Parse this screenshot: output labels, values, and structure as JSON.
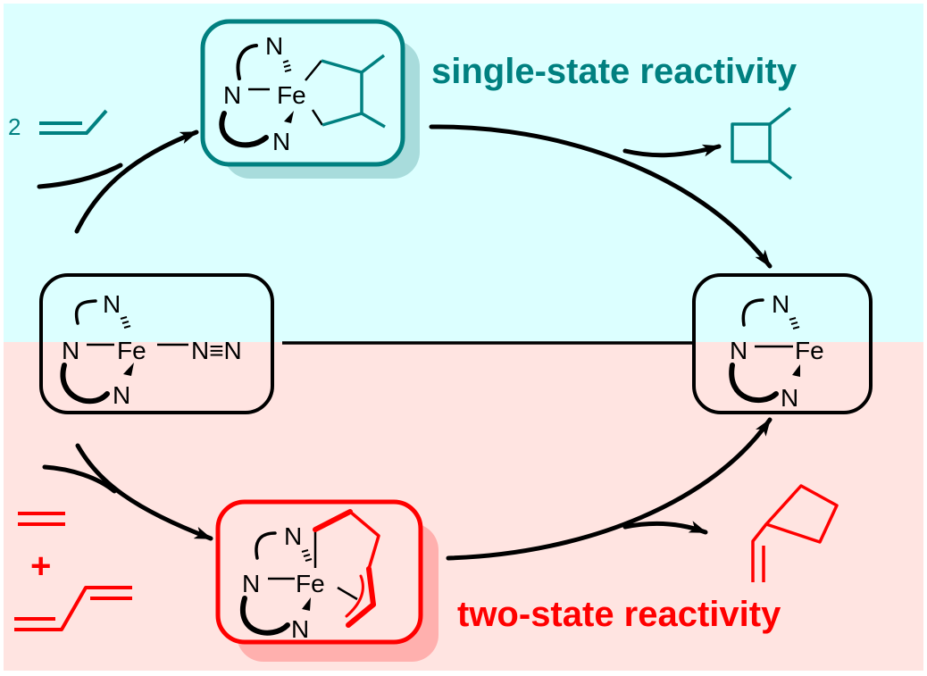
{
  "scheme": {
    "description": "Iron-catalyzed [2+2] cycloaddition catalytic cycle",
    "colors": {
      "single_state_region": "#DCFFFF",
      "two_state_region": "#FFE4E1",
      "single_state_accent": "#008080",
      "single_state_shadow": "#A8DCDC",
      "two_state_accent": "#FF0000",
      "two_state_shadow": "#FFB0AE",
      "ink": "#000000"
    },
    "labels": {
      "single_state": "single-state reactivity",
      "two_state": "two-state reactivity"
    },
    "reagents": {
      "single_state_coefficient": "2",
      "single_state_substrate": "propene",
      "two_state_plus": "+",
      "two_state_substrates": [
        "ethylene",
        "1,3-butadiene"
      ]
    },
    "complexes": {
      "dinitrogen": {
        "atoms": [
          "N",
          "N",
          "Fe",
          "N",
          "N≡N"
        ],
        "n_top": "N",
        "n_left": "N",
        "fe": "Fe",
        "n_bottom": "N",
        "n2": "N≡N"
      },
      "active": {
        "n_top": "N",
        "n_left": "N",
        "fe": "Fe",
        "n_bottom": "N"
      },
      "metallacyclopentane": {
        "n_top": "N",
        "n_left": "N",
        "fe": "Fe",
        "n_bottom": "N"
      },
      "allyl_metallacycle": {
        "n_top": "N",
        "n_left": "N",
        "fe": "Fe",
        "n_bottom": "N"
      }
    },
    "products": {
      "single_state": "1,2-dimethylcyclobutane",
      "two_state": "vinylcyclobutane"
    }
  }
}
